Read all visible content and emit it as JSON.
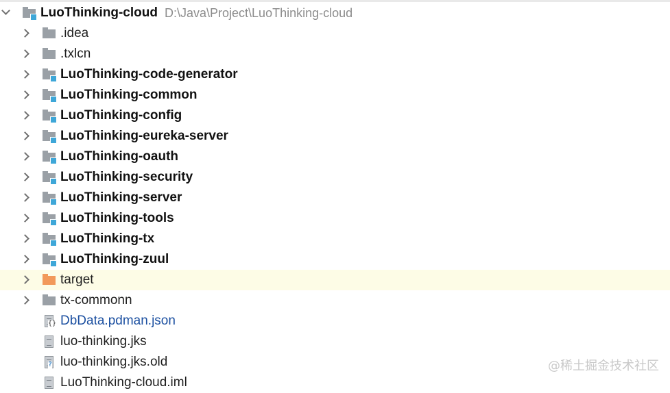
{
  "root": {
    "name": "LuoThinking-cloud",
    "path": "D:\\Java\\Project\\LuoThinking-cloud"
  },
  "items": [
    {
      "label": ".idea"
    },
    {
      "label": ".txlcn"
    },
    {
      "label": "LuoThinking-code-generator"
    },
    {
      "label": "LuoThinking-common"
    },
    {
      "label": "LuoThinking-config"
    },
    {
      "label": "LuoThinking-eureka-server"
    },
    {
      "label": "LuoThinking-oauth"
    },
    {
      "label": "LuoThinking-security"
    },
    {
      "label": "LuoThinking-server"
    },
    {
      "label": "LuoThinking-tools"
    },
    {
      "label": "LuoThinking-tx"
    },
    {
      "label": "LuoThinking-zuul"
    },
    {
      "label": "target"
    },
    {
      "label": "tx-commonn"
    },
    {
      "label": "DbData.pdman.json"
    },
    {
      "label": "luo-thinking.jks"
    },
    {
      "label": "luo-thinking.jks.old"
    },
    {
      "label": "LuoThinking-cloud.iml"
    }
  ],
  "watermark": "@稀土掘金技术社区",
  "colors": {
    "folder_gray": "#9aa0a6",
    "module_badge": "#3ea7d8",
    "excluded_folder": "#f2995a",
    "highlight_row": "#fdfce6",
    "json_file_text": "#1b4fa0"
  }
}
